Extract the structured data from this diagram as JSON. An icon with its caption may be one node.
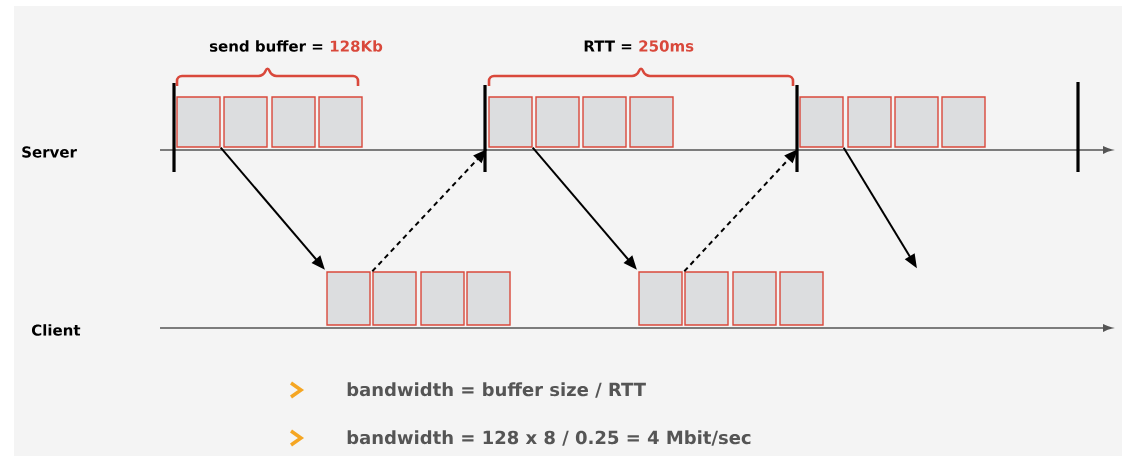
{
  "diagram": {
    "nodes": [
      {
        "text": [],
        "shape": "box"
      },
      {
        "text": [],
        "shape": "box"
      },
      {
        "text": [],
        "shape": "box"
      },
      {
        "text": [],
        "shape": "box"
      },
      {
        "text": [],
        "shape": "box"
      },
      {
        "text": [],
        "shape": "box"
      },
      {
        "text": [],
        "shape": "box"
      },
      {
        "text": [],
        "shape": "box"
      },
      {
        "text": [],
        "shape": "box"
      },
      {
        "text": [],
        "shape": "box"
      },
      {
        "text": [],
        "shape": "box"
      },
      {
        "text": [],
        "shape": "box"
      },
      {
        "text": [],
        "shape": "box"
      },
      {
        "text": [],
        "shape": "box"
      },
      {
        "text": [],
        "shape": "box"
      },
      {
        "text": [],
        "shape": "box"
      },
      {
        "text": [],
        "shape": "box"
      },
      {
        "text": [],
        "shape": "box"
      },
      {
        "text": [],
        "shape": "box"
      },
      {
        "text": [],
        "shape": "box"
      }
    ],
    "edges": [
      {
        "from": 0,
        "to": 12,
        "arrow": "to"
      },
      {
        "from": 13,
        "to": 4,
        "arrow": "to",
        "style": "dashed"
      },
      {
        "from": 4,
        "to": 16,
        "arrow": "to"
      },
      {
        "from": 17,
        "to": 8,
        "arrow": "to",
        "style": "dashed"
      },
      {
        "from": 8,
        "to": null,
        "arrow": "to"
      }
    ],
    "labels": [
      "send buffer =",
      "128Kb",
      "RTT =",
      "250ms",
      "Server",
      "Client",
      "bandwidth = buffer size / RTT",
      "bandwidth = 128 x 8 / 0.25 = 4 Mbit/sec"
    ]
  }
}
